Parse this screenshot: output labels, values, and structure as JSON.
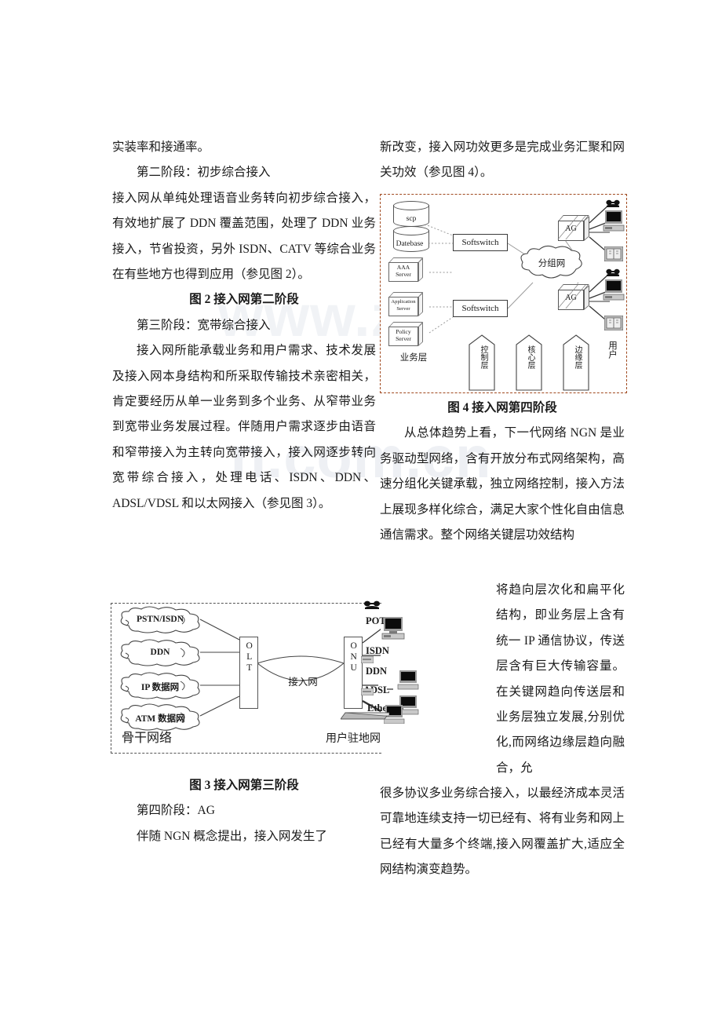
{
  "watermark": {
    "line1": "www.zixin",
    "line2": "n.com.cn"
  },
  "left_column": {
    "p1": "实装率和接通率。",
    "p2": "第二阶段：初步综合接入",
    "p3": "接入网从单纯处理语音业务转向初步综合接入，有效地扩展了 DDN 覆盖范围，处理了 DDN 业务接入，节省投资，另外 ISDN、CATV 等综合业务在有些地方也得到应用（参见图 2）。",
    "fig2_caption": "图 2    接入网第二阶段",
    "p4": "第三阶段：宽带综合接入",
    "p5": "接入网所能承载业务和用户需求、技术发展及接入网本身结构和所采取传输技术亲密相关，肯定要经历从单一业务到多个业务、从窄带业务到宽带业务发展过程。伴随用户需求逐步由语音和窄带接入为主转向宽带接入，接入网逐步转向宽带综合接入，处理电话、ISDN、DDN、ADSL/VDSL 和以太网接入（参见图 3）。",
    "fig3_caption": "图 3    接入网第三阶段",
    "p6": "第四阶段：AG",
    "p7": "伴随 NGN 概念提出，接入网发生了"
  },
  "right_column": {
    "p1": "新改变，接入网功效更多是完成业务汇聚和网关功效（参见图 4）。",
    "fig4_caption": "图 4    接入网第四阶段",
    "p2": "从总体趋势上看，下一代网络 NGN 是业务驱动型网络，含有开放分布式网络架构，高速分组化关键承载，独立网络控制，接入方法上展现多样化综合，满足大家个性化自由信息通信需求。整个网络关键层功效结构",
    "p3_narrow": "将趋向层次化和扁平化结构，即业务层上含有统一 IP 通信协议，传送层含有巨大传输容量。在关键网趋向传送层和业务层独立发展,分别优化,而网络边缘层趋向融合，允",
    "p4": "很多协议多业务综合接入，以最经济成本灵活可靠地连续支持一切已经有、将有业务和网上已经有大量多个终端,接入网覆盖扩大,适应全网结构演变趋势。"
  },
  "figure4": {
    "border_color": "#a0491f",
    "scp": "scp",
    "database": "Datebase",
    "aaa_server": "AAA\nServer",
    "aaa_server_l1": "AAA",
    "aaa_server_l2": "Server",
    "app_server_l1": "Application",
    "app_server_l2": "Server",
    "policy_server_l1": "Policy",
    "policy_server_l2": "Server",
    "softswitch_top": "Softswitch",
    "softswitch_bottom": "Softswitch",
    "packet_network": "分组网",
    "ag_top": "AG",
    "ag_bottom": "AG",
    "service_layer": "业务层",
    "control_layer": "控制层",
    "core_layer": "核心层",
    "edge_layer": "边缘层",
    "user_label": "用户",
    "icons": [
      "phone-icon",
      "desktop-computer-icon",
      "fax-icon"
    ]
  },
  "figure3": {
    "clouds": [
      "PSTN/ISDN",
      "DDN",
      "IP 数据网",
      "ATM 数据网"
    ],
    "olt": "OLT",
    "onu": "ONU",
    "access_network": "接入网",
    "services": [
      "POTS",
      "ISDN",
      "DDN",
      "ADSL",
      "Ethernet"
    ],
    "backbone_label": "骨干网络",
    "cpn_label": "用户驻地网",
    "icons": [
      "phone-icon",
      "desktop-computer-icon",
      "modem-icon",
      "switch-icon"
    ]
  }
}
